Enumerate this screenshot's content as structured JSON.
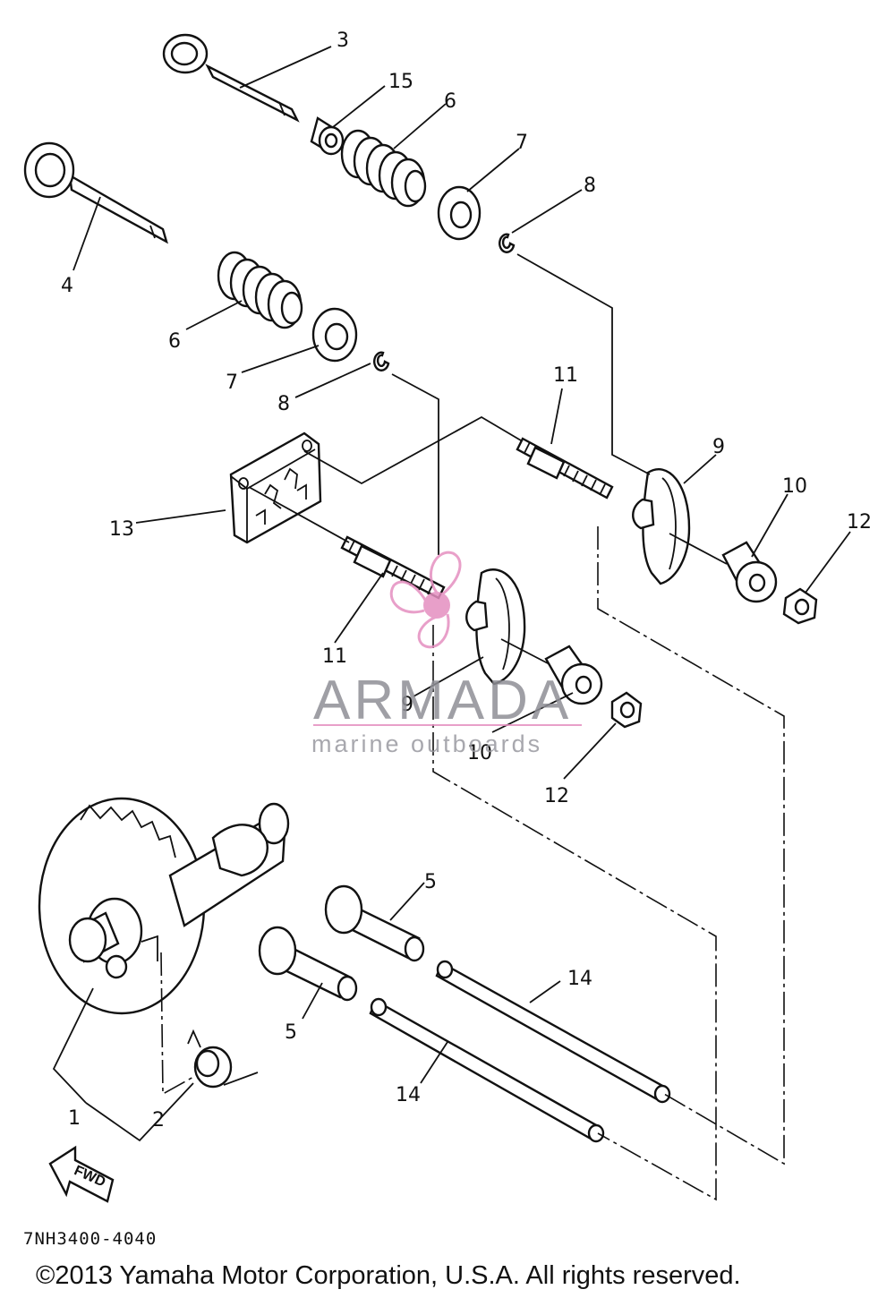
{
  "diagram": {
    "callouts": {
      "c1": "1",
      "c2": "2",
      "c3": "3",
      "c4": "4",
      "c5a": "5",
      "c5b": "5",
      "c6a": "6",
      "c6b": "6",
      "c7a": "7",
      "c7b": "7",
      "c8a": "8",
      "c8b": "8",
      "c9a": "9",
      "c9b": "9",
      "c10a": "10",
      "c10b": "10",
      "c11a": "11",
      "c11b": "11",
      "c12a": "12",
      "c12b": "12",
      "c13": "13",
      "c14a": "14",
      "c14b": "14",
      "c15": "15"
    },
    "fwd_label": "FWD",
    "part_code": "7NH3400-4040",
    "copyright": "©2013 Yamaha Motor Corporation, U.S.A. All rights reserved."
  },
  "watermark": {
    "brand": "ARMADA",
    "tagline": "marine outboards",
    "logo_color": "#e58fc0",
    "text_color": "#8f8f96"
  }
}
